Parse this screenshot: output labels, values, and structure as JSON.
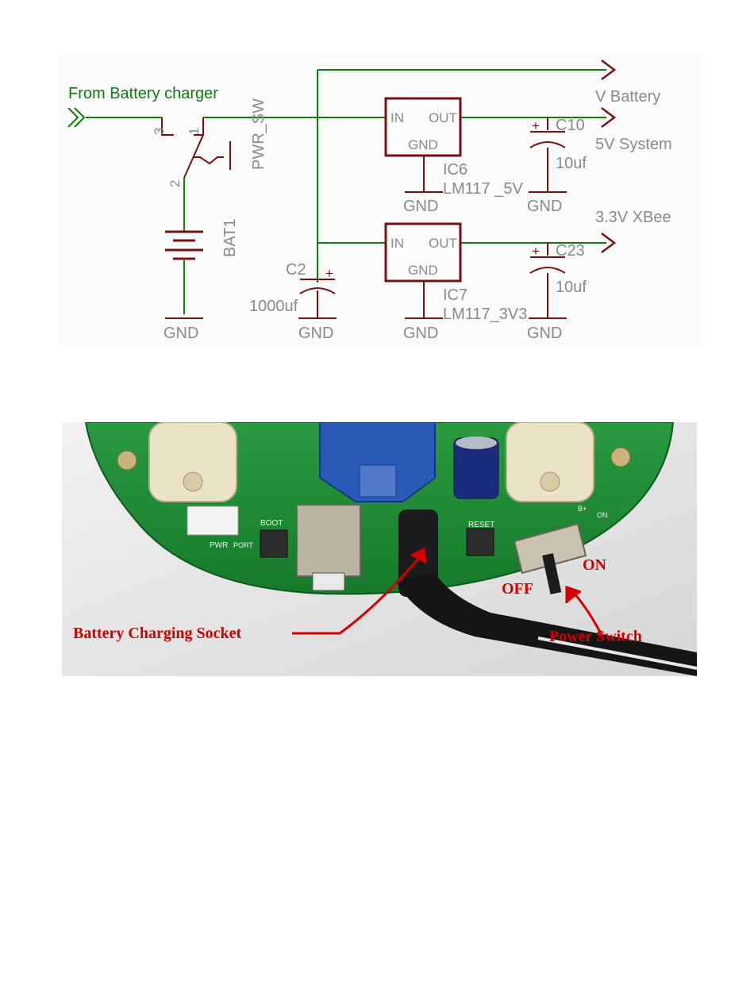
{
  "schematic": {
    "input_label": "From Battery charger",
    "switch_name": "PWR_SW",
    "switch_pins": [
      "3",
      "1",
      "2"
    ],
    "battery_name": "BAT1",
    "c2_name": "C2",
    "c2_value": "1000uf",
    "ic6_name": "IC6",
    "ic6_part": "LM117 _5V",
    "ic7_name": "IC7",
    "ic7_part": "LM117_3V3",
    "ic_in": "IN",
    "ic_out": "OUT",
    "ic_gnd": "GND",
    "c10_name": "C10",
    "c10_value": "10uf",
    "c23_name": "C23",
    "c23_value": "10uf",
    "plus": "+",
    "gnd": "GND",
    "out_vbattery": "V Battery",
    "out_5v": "5V System",
    "out_3v3": "3.3V XBee"
  },
  "photo": {
    "board_silk": [
      "RESET",
      "BOOT",
      "PWR",
      "PORT",
      "ON",
      "B+"
    ],
    "label_socket": "Battery Charging Socket",
    "label_switch": "Power Switch",
    "label_on": "ON",
    "label_off": "OFF"
  },
  "colors": {
    "wire_green": "#0d7d0d",
    "component": "#7a1010",
    "label_gray": "#8a8a8a",
    "callout_red": "#d40000",
    "pcb_green": "#1c8a35"
  }
}
